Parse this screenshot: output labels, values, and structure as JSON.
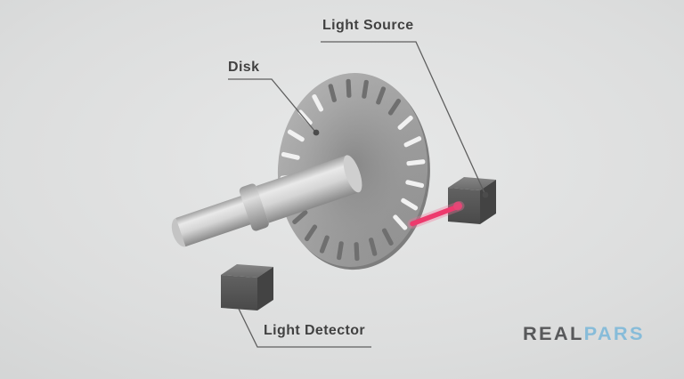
{
  "title": "Incremental encoder principle diagram",
  "labels": {
    "disk": "Disk",
    "light_source": "Light Source",
    "light_detector": "Light Detector"
  },
  "logo": {
    "part_real": "REAL",
    "part_pars": "PARS"
  },
  "colors": {
    "background": "#dcdddd",
    "label_text": "#414141",
    "pointer_line": "#5f5f5f",
    "beam": "#ed3a6d",
    "beam_glow": "#f4729a",
    "disk_surface": "#a3a3a3",
    "slot_light": "#f1f1f1",
    "slot_dark": "#6f6f6f",
    "shaft": "#d6d6d6",
    "cube_front": "#555555",
    "logo_real": "#58595b",
    "logo_pars": "#87bcd9"
  },
  "diagram": {
    "disk_slot_count": 24
  }
}
